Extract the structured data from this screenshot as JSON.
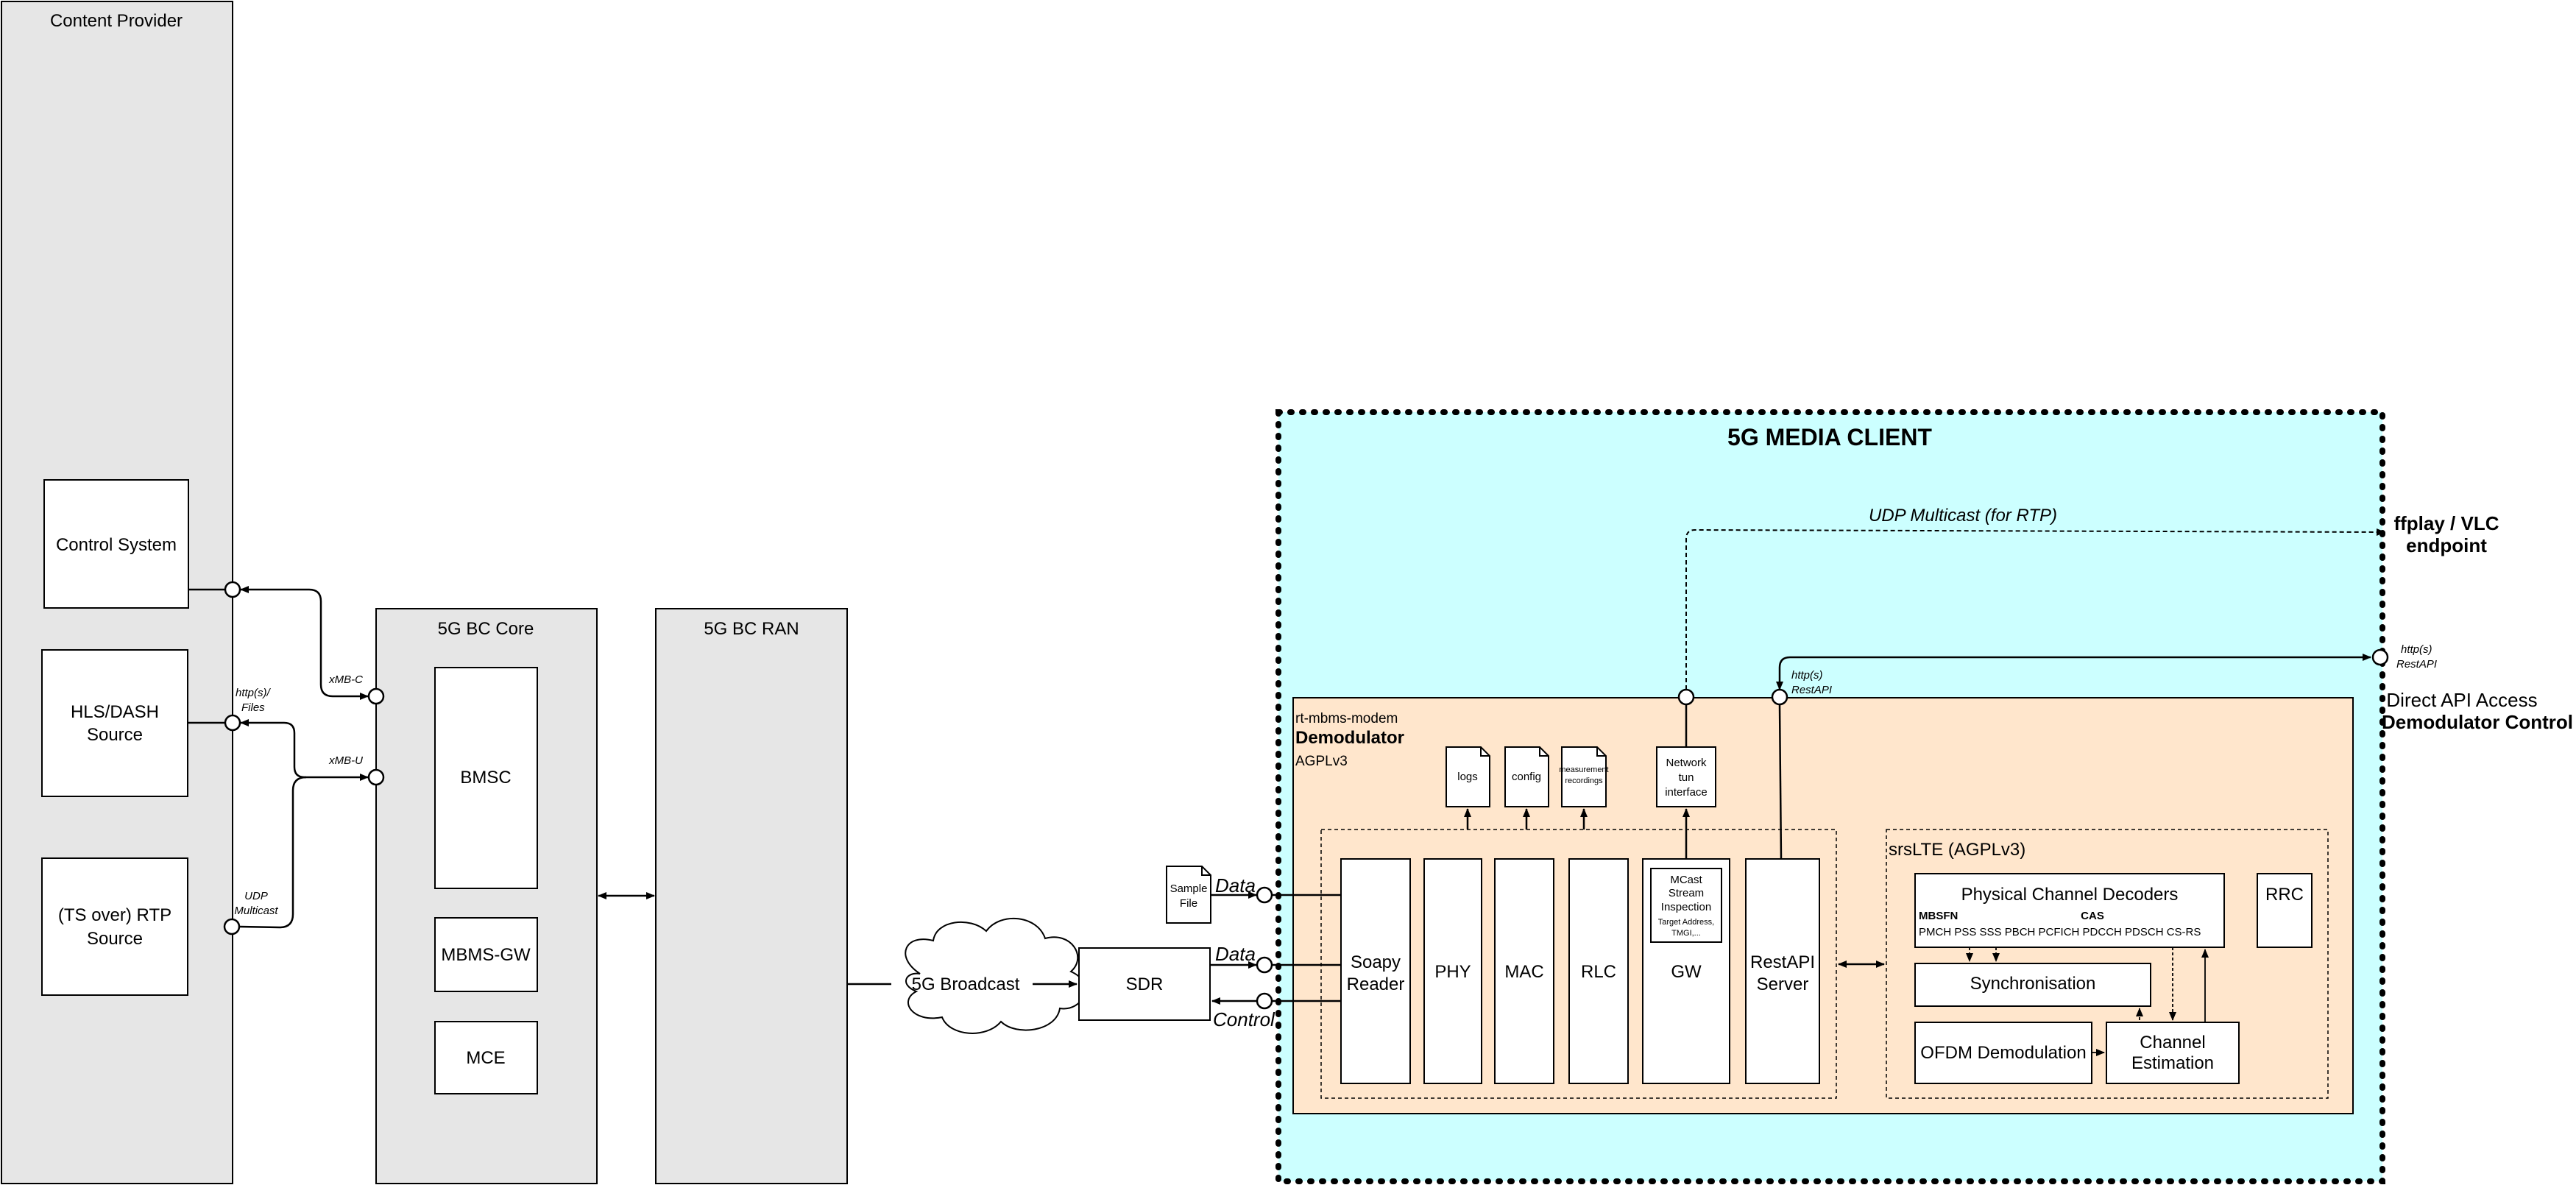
{
  "colors": {
    "provider_bg": "#e6e6e6",
    "client_bg": "#ccffff",
    "demod_bg": "#ffe6cc",
    "block_bg": "#ffffff",
    "stroke": "#000000"
  },
  "content_provider": {
    "title": "Content Provider",
    "control_system": "Control System",
    "hls_source_1": "HLS/DASH",
    "hls_source_2": "Source",
    "rtp_source_1": "(TS over) RTP",
    "rtp_source_2": "Source"
  },
  "interfaces": {
    "http_files_1": "http(s)/",
    "http_files_2": "Files",
    "udp_multicast_1": "UDP",
    "udp_multicast_2": "Multicast",
    "xmb_c": "xMB-C",
    "xmb_u": "xMB-U"
  },
  "bc_core": {
    "title": "5G BC Core",
    "bmsc": "BMSC",
    "mbms_gw": "MBMS-GW",
    "mce": "MCE"
  },
  "bc_ran": {
    "title": "5G BC RAN"
  },
  "broadcast": "5G Broadcast",
  "sdr": "SDR",
  "sample_file_1": "Sample",
  "sample_file_2": "File",
  "labels": {
    "data_1": "Data",
    "data_2": "Data",
    "control": "Control"
  },
  "media_client": {
    "title": "5G MEDIA CLIENT",
    "udp_multicast_rtp": "UDP Multicast (for RTP)",
    "ffplay_1": "ffplay / VLC",
    "ffplay_2": "endpoint",
    "http_restapi_1": "http(s)",
    "http_restapi_2": "RestAPI",
    "api_inner_1": "http(s)",
    "api_inner_2": "RestAPI",
    "direct_api": "Direct API Access",
    "demod_control": "Demodulator Control"
  },
  "demodulator": {
    "name": "rt-mbms-modem",
    "title": "Demodulator",
    "license": "AGPLv3",
    "logs": "logs",
    "config": "config",
    "measurement_1": "measurement",
    "measurement_2": "recordings",
    "tun_1": "Network",
    "tun_2": "tun",
    "tun_3": "interface",
    "soapy_1": "Soapy",
    "soapy_2": "Reader",
    "phy": "PHY",
    "mac": "MAC",
    "rlc": "RLC",
    "gw": "GW",
    "mcast_1": "MCast",
    "mcast_2": "Stream",
    "mcast_3": "Inspection",
    "mcast_4": "Target Address,",
    "mcast_5": "TMGI,...",
    "restapi_1": "RestAPI",
    "restapi_2": "Server"
  },
  "srslte": {
    "title": "srsLTE (AGPLv3)",
    "decoders": "Physical Channel Decoders",
    "mbsfn": "MBSFN",
    "cas": "CAS",
    "channels": "PMCH PSS SSS PBCH PCFICH PDCCH PDSCH CS-RS",
    "rrc": "RRC",
    "sync": "Synchronisation",
    "ofdm": "OFDM Demodulation",
    "chest_1": "Channel",
    "chest_2": "Estimation"
  }
}
